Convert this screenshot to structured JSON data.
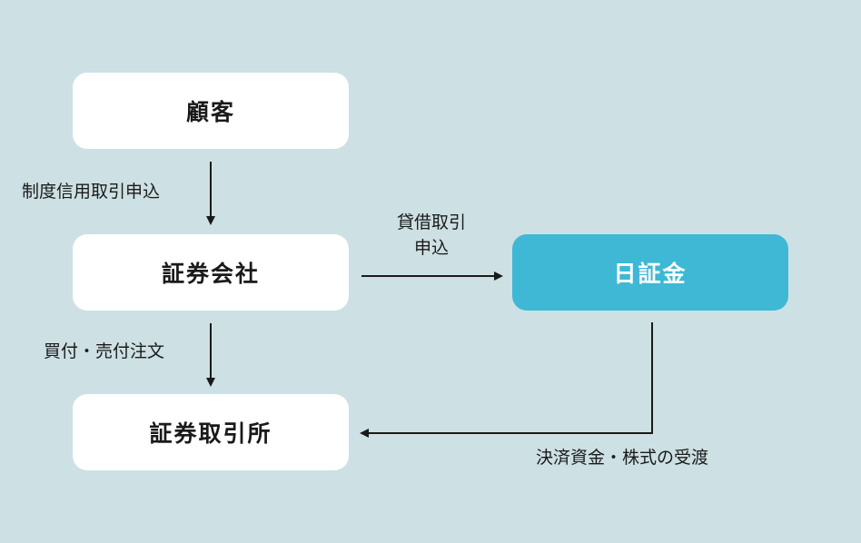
{
  "nodes": {
    "customer": "顧客",
    "securities_company": "証券会社",
    "exchange": "証券取引所",
    "jsf": "日証金"
  },
  "edges": {
    "margin_application": "制度信用取引申込",
    "buy_sell_order": "買付・売付注文",
    "lending_line1": "貸借取引",
    "lending_line2": "申込",
    "settlement": "決済資金・株式の受渡"
  },
  "colors": {
    "background": "#cde0e4",
    "node_white": "#ffffff",
    "node_accent": "#3fb8d5",
    "arrow": "#1a1a1a"
  }
}
